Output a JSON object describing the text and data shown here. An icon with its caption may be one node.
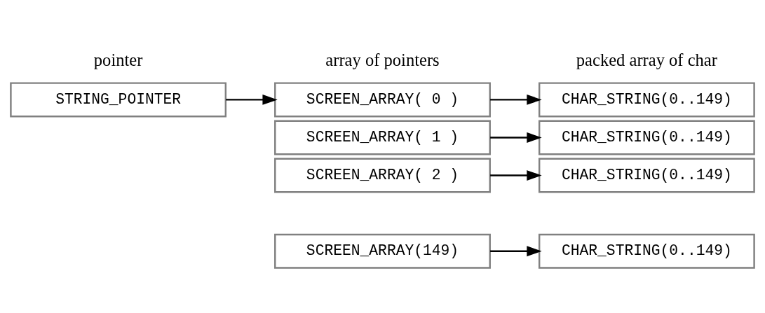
{
  "diagram": {
    "nodes": [
      {
        "text": [
          "STRING_POINTER"
        ]
      },
      {
        "text": [
          "SCREEN_ARRAY( 0 )"
        ]
      },
      {
        "text": [
          "SCREEN_ARRAY( 1 )"
        ]
      },
      {
        "text": [
          "SCREEN_ARRAY( 2 )"
        ]
      },
      {
        "text": [
          "SCREEN_ARRAY(149)"
        ]
      },
      {
        "text": [
          "CHAR_STRING(0..149)"
        ]
      },
      {
        "text": [
          "CHAR_STRING(0..149)"
        ]
      },
      {
        "text": [
          "CHAR_STRING(0..149)"
        ]
      },
      {
        "text": [
          "CHAR_STRING(0..149)"
        ]
      }
    ],
    "edges": [
      {
        "from": 0,
        "to": 1,
        "arrow": "to"
      },
      {
        "from": 1,
        "to": 5,
        "arrow": "to"
      },
      {
        "from": 2,
        "to": 6,
        "arrow": "to"
      },
      {
        "from": 3,
        "to": 7,
        "arrow": "to"
      },
      {
        "from": 4,
        "to": 8,
        "arrow": "to"
      }
    ],
    "labels": [
      "pointer",
      "array of pointers",
      "packed array of char"
    ]
  }
}
